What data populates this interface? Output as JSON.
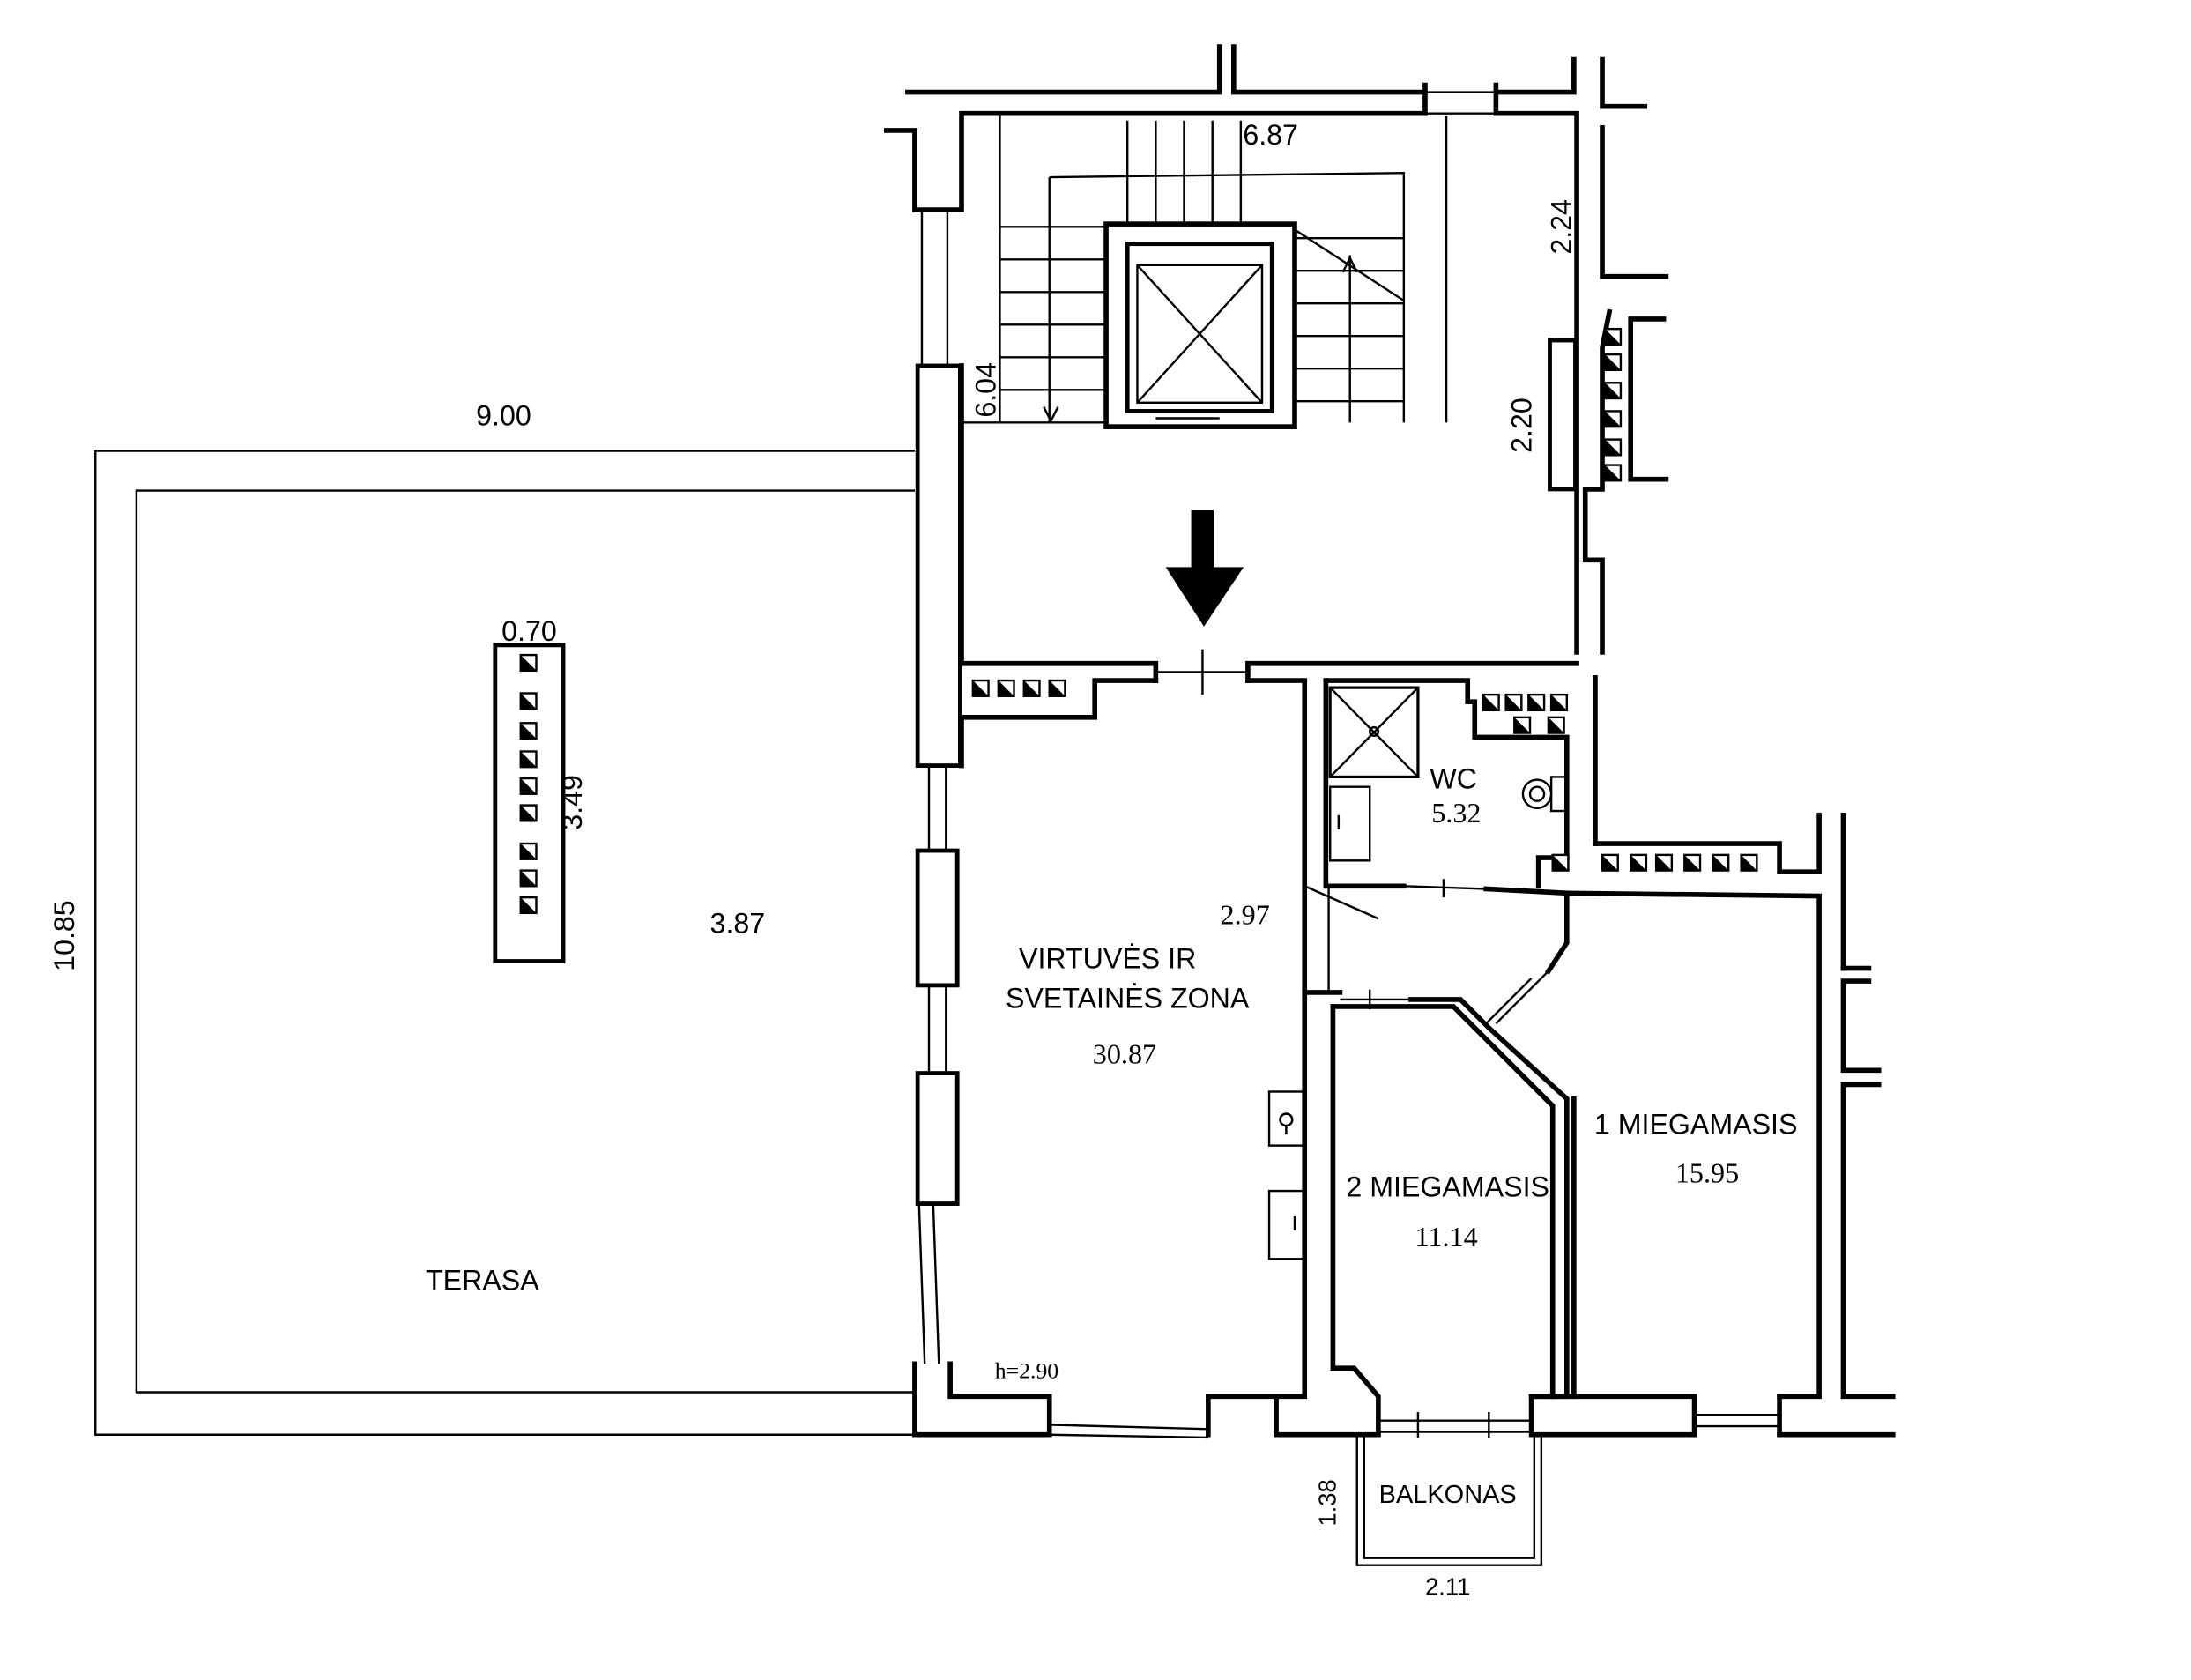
{
  "plan": {
    "terrace": {
      "label": "TERASA",
      "area": "3.87",
      "width_dim": "9.00",
      "depth_dim": "10.85"
    },
    "chimney": {
      "width_dim": "0.70",
      "length_dim": "3.49"
    },
    "stairwell": {
      "dim_top": "6.87",
      "dim_left": "6.04",
      "dim_right_1": "2.24",
      "dim_right_2": "2.20"
    },
    "wc": {
      "label": "WC",
      "area": "5.32"
    },
    "hall": {
      "area": "2.97"
    },
    "kitchen": {
      "label_line1": "VIRTUVĖS IR",
      "label_line2": "SVETAINĖS ZONA",
      "area": "30.87",
      "height": "h=2.90"
    },
    "bedroom1": {
      "label": "1 MIEGAMASIS",
      "area": "15.95"
    },
    "bedroom2": {
      "label": "2 MIEGAMASIS",
      "area": "11.14"
    },
    "balcony": {
      "label": "BALKONAS",
      "depth_dim": "1.38",
      "width_dim": "2.11"
    },
    "entrance_arrow": "arrow-down-icon"
  }
}
